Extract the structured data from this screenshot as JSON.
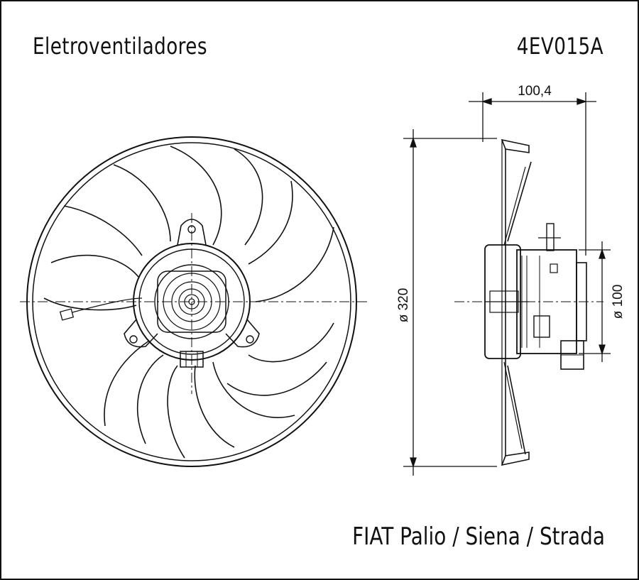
{
  "header": {
    "title": "Eletroventiladores",
    "part_number": "4EV015A"
  },
  "footer": {
    "application": "FIAT Palio / Siena / Strada"
  },
  "dimensions": {
    "depth": "100,4",
    "fan_diameter": "ø 320",
    "motor_diameter": "ø 100"
  },
  "colors": {
    "line": "#111111",
    "background": "#ffffff"
  }
}
